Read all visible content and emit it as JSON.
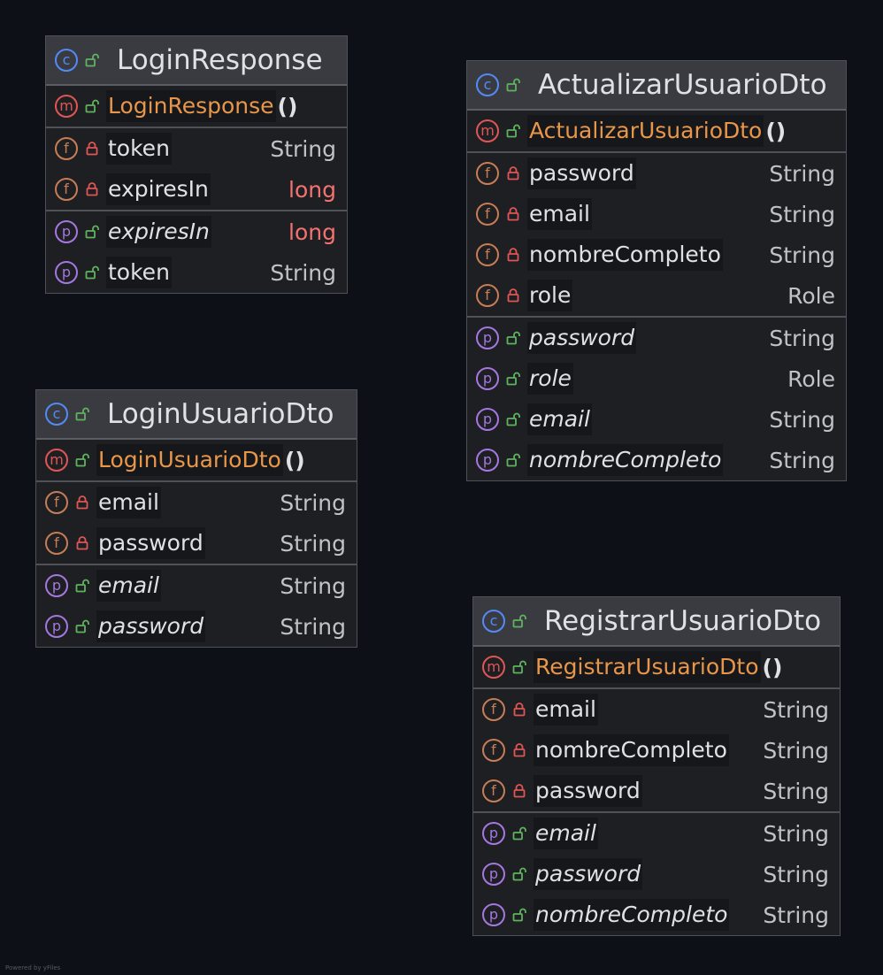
{
  "classes": [
    {
      "id": "login-response",
      "name": "LoginResponse",
      "constructor": "LoginResponse",
      "parens": "()",
      "fields": [
        {
          "name": "token",
          "type": "String",
          "primitive": false
        },
        {
          "name": "expiresIn",
          "type": "long",
          "primitive": true
        }
      ],
      "properties": [
        {
          "name": "expiresIn",
          "type": "long",
          "primitive": true
        },
        {
          "name": "token",
          "type": "String",
          "primitive": false
        }
      ]
    },
    {
      "id": "actualizar-usuario-dto",
      "name": "ActualizarUsuarioDto",
      "constructor": "ActualizarUsuarioDto",
      "parens": "()",
      "fields": [
        {
          "name": "password",
          "type": "String",
          "primitive": false
        },
        {
          "name": "email",
          "type": "String",
          "primitive": false
        },
        {
          "name": "nombreCompleto",
          "type": "String",
          "primitive": false
        },
        {
          "name": "role",
          "type": "Role",
          "primitive": false
        }
      ],
      "properties": [
        {
          "name": "password",
          "type": "String",
          "primitive": false
        },
        {
          "name": "role",
          "type": "Role",
          "primitive": false
        },
        {
          "name": "email",
          "type": "String",
          "primitive": false
        },
        {
          "name": "nombreCompleto",
          "type": "String",
          "primitive": false
        }
      ]
    },
    {
      "id": "login-usuario-dto",
      "name": "LoginUsuarioDto",
      "constructor": "LoginUsuarioDto",
      "parens": "()",
      "fields": [
        {
          "name": "email",
          "type": "String",
          "primitive": false
        },
        {
          "name": "password",
          "type": "String",
          "primitive": false
        }
      ],
      "properties": [
        {
          "name": "email",
          "type": "String",
          "primitive": false
        },
        {
          "name": "password",
          "type": "String",
          "primitive": false
        }
      ]
    },
    {
      "id": "registrar-usuario-dto",
      "name": "RegistrarUsuarioDto",
      "constructor": "RegistrarUsuarioDto",
      "parens": "()",
      "fields": [
        {
          "name": "email",
          "type": "String",
          "primitive": false
        },
        {
          "name": "nombreCompleto",
          "type": "String",
          "primitive": false
        },
        {
          "name": "password",
          "type": "String",
          "primitive": false
        }
      ],
      "properties": [
        {
          "name": "email",
          "type": "String",
          "primitive": false
        },
        {
          "name": "password",
          "type": "String",
          "primitive": false
        },
        {
          "name": "nombreCompleto",
          "type": "String",
          "primitive": false
        }
      ]
    }
  ],
  "badges": {
    "class": "c",
    "method": "m",
    "field": "f",
    "property": "p"
  },
  "icons": {
    "public": "unlocked-icon",
    "private": "locked-icon"
  },
  "colors": {
    "class_badge": "#548af7",
    "method_badge": "#e05555",
    "field_badge": "#c77d55",
    "property_badge": "#a577e0",
    "constructor_name": "#e8964a",
    "primitive_type": "#f4726f",
    "public_lock": "#5fb35f",
    "private_lock": "#e05555"
  },
  "footer": "Powered by yFiles"
}
